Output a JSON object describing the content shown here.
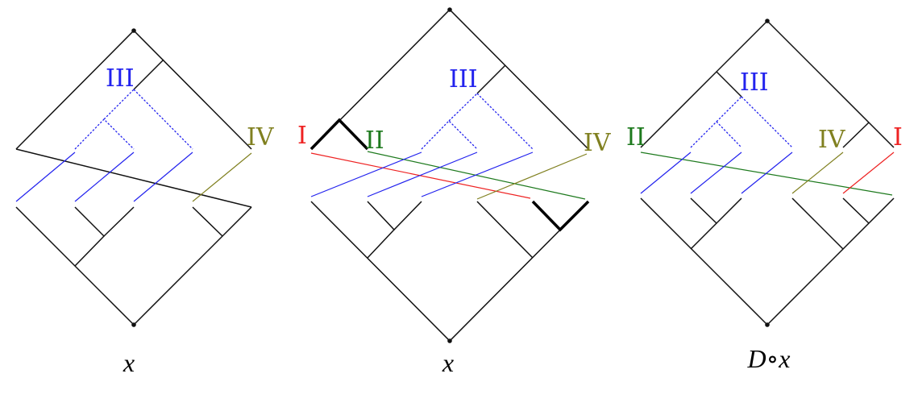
{
  "colors": {
    "black": "#111111",
    "blue": "#2222ee",
    "red": "#ee2222",
    "green": "#1e7a1e",
    "olive": "#808020"
  },
  "diagrams": [
    {
      "caption": "x",
      "labels": {
        "III": "III",
        "IV": "IV"
      }
    },
    {
      "caption": "x",
      "labels": {
        "I": "I",
        "II": "II",
        "III": "III",
        "IV": "IV"
      }
    },
    {
      "caption": "D∘x",
      "labels": {
        "II": "II",
        "III": "III",
        "IV": "IV",
        "I": "I"
      }
    }
  ]
}
